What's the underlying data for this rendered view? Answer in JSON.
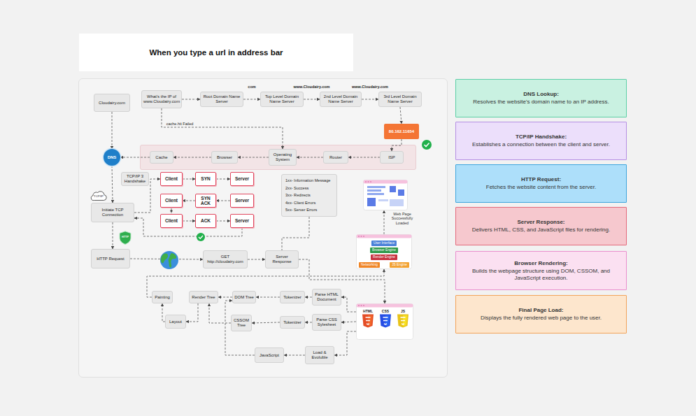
{
  "diagram": {
    "title": "When you type a url in address bar",
    "nodes": [
      {
        "text": [
          "Cloudairy.com"
        ]
      },
      {
        "text": [
          "What's the IP of www.Cloudairy.com"
        ]
      },
      {
        "text": [
          "Root Domain Name Server"
        ]
      },
      {
        "text": [
          "Top Level Domain Name Server"
        ]
      },
      {
        "text": [
          "2nd Level Domain Name Server"
        ]
      },
      {
        "text": [
          "3rd Level Domain Name Server"
        ]
      },
      {
        "text": [
          "80.162.11654"
        ]
      },
      {
        "text": [
          "Cache"
        ]
      },
      {
        "text": [
          "Browser"
        ]
      },
      {
        "text": [
          "Operating System"
        ]
      },
      {
        "text": [
          "Router"
        ]
      },
      {
        "text": [
          "ISP"
        ]
      },
      {
        "text": [
          "DNS"
        ]
      },
      {
        "text": [
          "TCP/IP 3 Handshake"
        ]
      },
      {
        "text": [
          "Client"
        ]
      },
      {
        "text": [
          "SYN"
        ]
      },
      {
        "text": [
          "Server"
        ]
      },
      {
        "text": [
          "Client"
        ]
      },
      {
        "text": [
          "SYN ACK"
        ]
      },
      {
        "text": [
          "Server"
        ]
      },
      {
        "text": [
          "Client"
        ]
      },
      {
        "text": [
          "ACK"
        ]
      },
      {
        "text": [
          "Server"
        ]
      },
      {
        "text": [
          "TCP/IP"
        ]
      },
      {
        "text": [
          "Initiate TCP Connection"
        ]
      },
      {
        "text": [
          "HTTP"
        ]
      },
      {
        "text": [
          "HTTP Request"
        ]
      },
      {
        "text": [
          "GET http://cloudairy.com"
        ]
      },
      {
        "text": [
          "Server Response"
        ]
      },
      {
        "text": [
          "1xx- Information Message",
          "2xx- Success",
          "3xx- Redirects",
          "4xx- Client Errors",
          "5xx- Server Errors"
        ]
      },
      {
        "text": [
          "Web Page Successfully Loaded"
        ]
      },
      {
        "text": [
          "User Interface",
          "Browser Engine",
          "Render Engine",
          "Networking",
          "JS Engine"
        ]
      },
      {
        "text": [
          "HTML",
          "CSS",
          "JS"
        ]
      },
      {
        "text": [
          "Painting"
        ]
      },
      {
        "text": [
          "Render Tree"
        ]
      },
      {
        "text": [
          "DOM Tree"
        ]
      },
      {
        "text": [
          "Tokenizer"
        ]
      },
      {
        "text": [
          "Parse HTML Document"
        ]
      },
      {
        "text": [
          "Layout"
        ]
      },
      {
        "text": [
          "CSSOM Tree"
        ]
      },
      {
        "text": [
          "Tokenizer"
        ]
      },
      {
        "text": [
          "Parse CSS Sylesheet"
        ]
      },
      {
        "text": [
          "JavaScript"
        ]
      },
      {
        "text": [
          "Load & Evoluble"
        ]
      },
      {
        "text": [
          "DNS Lookup:",
          "Resolves the website's domain name to an IP address."
        ]
      },
      {
        "text": [
          "TCP/IP Handshake:",
          "Establishes a connection between the client and server."
        ]
      },
      {
        "text": [
          "HTTP Request:",
          "Fetches the website content from the server."
        ]
      },
      {
        "text": [
          "Server Response:",
          "Delivers HTML, CSS, and JavaScript files for rendering."
        ]
      },
      {
        "text": [
          "Browser Rendering:",
          "Builds the webpage structure using DOM, CSSOM, and JavaScript execution."
        ]
      },
      {
        "text": [
          "Final Page Load:",
          "Displays the fully rendered web page to the user."
        ]
      }
    ],
    "edges": [
      {
        "from": 0,
        "to": 12,
        "arrow": "to"
      },
      {
        "from": 1,
        "to": 2,
        "arrow": "to"
      },
      {
        "from": 2,
        "to": 3,
        "label": "com",
        "arrow": "to"
      },
      {
        "from": 3,
        "to": 4,
        "label": "www.Cloudairy.com",
        "arrow": "to"
      },
      {
        "from": 4,
        "to": 5,
        "label": "www.Cloudairy.com",
        "arrow": "to"
      },
      {
        "from": 5,
        "to": 6,
        "arrow": "to"
      },
      {
        "from": 6,
        "to": 11,
        "arrow": "to"
      },
      {
        "from": 1,
        "to": 9,
        "label": "cache.hit Failed",
        "arrow": "to"
      },
      {
        "from": 11,
        "to": 10,
        "arrow": "to"
      },
      {
        "from": 10,
        "to": 9,
        "arrow": "to"
      },
      {
        "from": 9,
        "to": 8,
        "arrow": "to"
      },
      {
        "from": 8,
        "to": 7,
        "arrow": "to"
      },
      {
        "from": 7,
        "to": 12,
        "arrow": "to"
      },
      {
        "from": 12,
        "to": 24,
        "arrow": "to"
      },
      {
        "from": 24,
        "to": 14,
        "arrow": "to"
      },
      {
        "from": 14,
        "to": 15,
        "arrow": "to"
      },
      {
        "from": 15,
        "to": 16,
        "arrow": "to"
      },
      {
        "from": 19,
        "to": 18,
        "arrow": "to"
      },
      {
        "from": 18,
        "to": 17,
        "arrow": "to"
      },
      {
        "from": 20,
        "to": 21,
        "arrow": "to"
      },
      {
        "from": 21,
        "to": 22,
        "arrow": "to"
      },
      {
        "from": 17,
        "to": 20,
        "arrow": "none"
      },
      {
        "from": 22,
        "to": 24,
        "arrow": "to"
      },
      {
        "from": 24,
        "to": 26,
        "arrow": "to"
      },
      {
        "from": 26,
        "to": 27,
        "arrow": "to"
      },
      {
        "from": 27,
        "to": 28,
        "arrow": "to"
      },
      {
        "from": 28,
        "to": 32,
        "arrow": "to"
      },
      {
        "from": 29,
        "to": 28,
        "arrow": "none"
      },
      {
        "from": 33,
        "to": 31,
        "arrow": "to"
      },
      {
        "from": 31,
        "to": 30,
        "arrow": "to"
      },
      {
        "from": 32,
        "to": 37,
        "arrow": "to"
      },
      {
        "from": 32,
        "to": 41,
        "arrow": "to"
      },
      {
        "from": 32,
        "to": 43,
        "arrow": "to"
      },
      {
        "from": 37,
        "to": 36,
        "arrow": "to"
      },
      {
        "from": 36,
        "to": 35,
        "arrow": "to"
      },
      {
        "from": 35,
        "to": 34,
        "arrow": "to"
      },
      {
        "from": 41,
        "to": 40,
        "arrow": "to"
      },
      {
        "from": 40,
        "to": 39,
        "arrow": "to"
      },
      {
        "from": 39,
        "to": 34,
        "arrow": "to"
      },
      {
        "from": 34,
        "to": 38,
        "arrow": "to"
      },
      {
        "from": 38,
        "to": 33,
        "arrow": "to"
      },
      {
        "from": 43,
        "to": 42,
        "arrow": "to"
      },
      {
        "from": 42,
        "to": 35,
        "arrow": "to"
      }
    ]
  }
}
